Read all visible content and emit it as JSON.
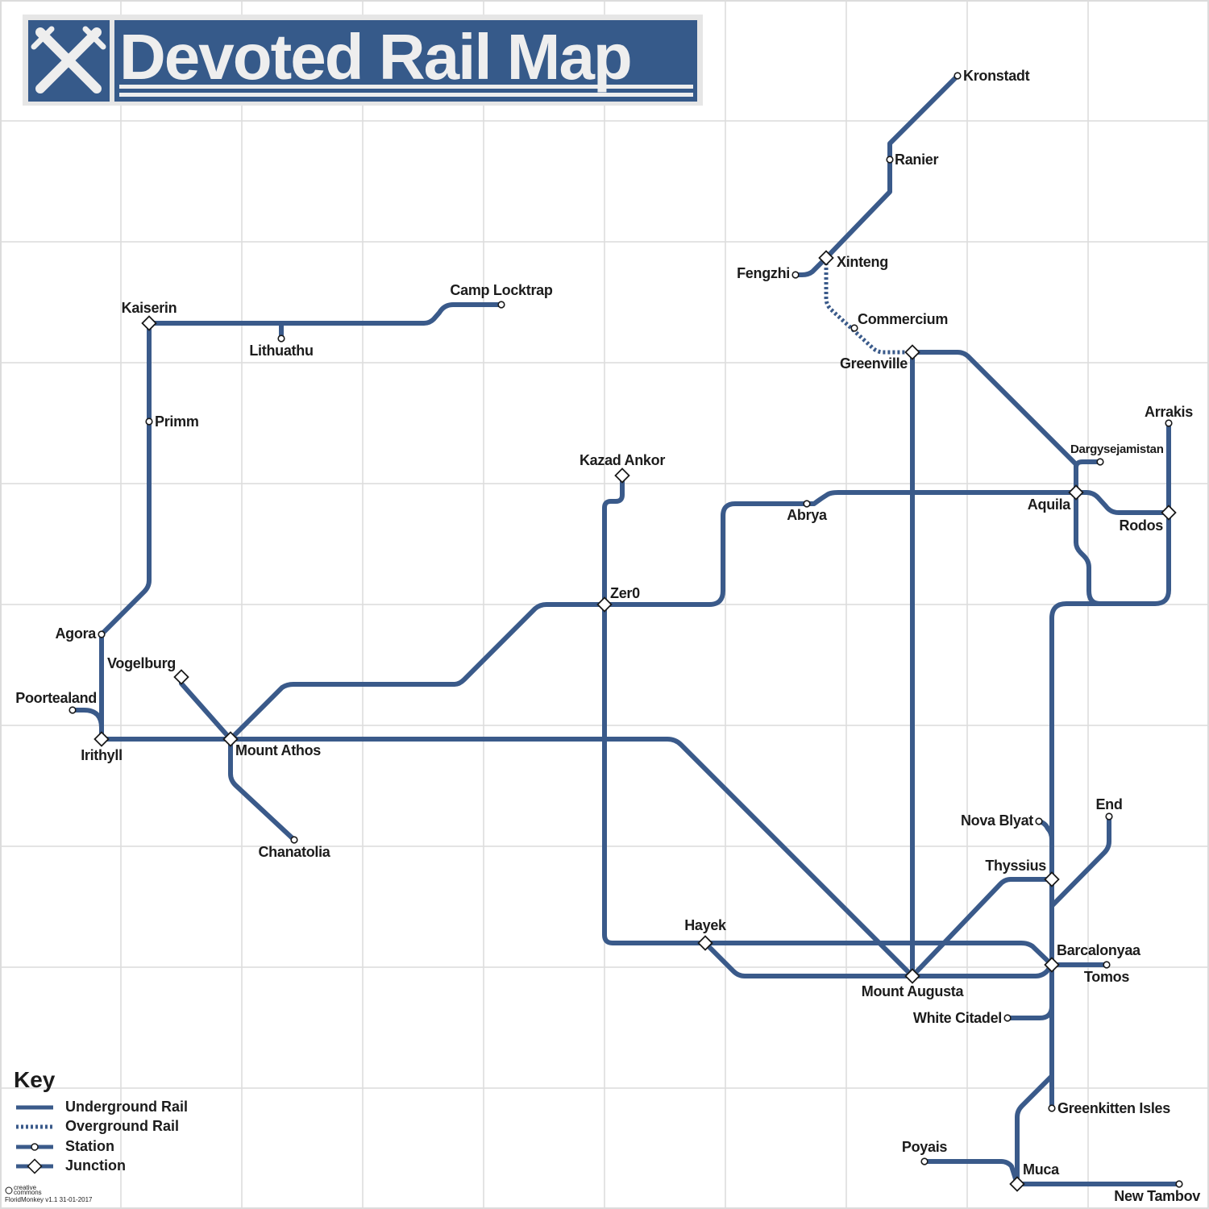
{
  "title": "Devoted Rail Map",
  "colors": {
    "track": "#3a5a8a",
    "title_bg": "#365a8a",
    "grid": "#dcdcdc"
  },
  "logo_icon": "crossed-swords-icon",
  "stations": [
    {
      "id": "kronstadt",
      "name": "Kronstadt",
      "kind": "station"
    },
    {
      "id": "ranier",
      "name": "Ranier",
      "kind": "station"
    },
    {
      "id": "xinteng",
      "name": "Xinteng",
      "kind": "junction"
    },
    {
      "id": "fengzhi",
      "name": "Fengzhi",
      "kind": "station"
    },
    {
      "id": "commercium",
      "name": "Commercium",
      "kind": "station"
    },
    {
      "id": "greenville",
      "name": "Greenville",
      "kind": "junction"
    },
    {
      "id": "camp-locktrap",
      "name": "Camp Locktrap",
      "kind": "station"
    },
    {
      "id": "kaiserin",
      "name": "Kaiserin",
      "kind": "junction"
    },
    {
      "id": "lithuathu",
      "name": "Lithuathu",
      "kind": "station"
    },
    {
      "id": "primm",
      "name": "Primm",
      "kind": "station"
    },
    {
      "id": "arrakis",
      "name": "Arrakis",
      "kind": "station"
    },
    {
      "id": "dargysejamistan",
      "name": "Dargysejamistan",
      "kind": "station"
    },
    {
      "id": "kazad-ankor",
      "name": "Kazad Ankor",
      "kind": "junction"
    },
    {
      "id": "abrya",
      "name": "Abrya",
      "kind": "station"
    },
    {
      "id": "aquila",
      "name": "Aquila",
      "kind": "junction"
    },
    {
      "id": "rodos",
      "name": "Rodos",
      "kind": "junction"
    },
    {
      "id": "zer0",
      "name": "Zer0",
      "kind": "junction"
    },
    {
      "id": "agora",
      "name": "Agora",
      "kind": "station"
    },
    {
      "id": "vogelburg",
      "name": "Vogelburg",
      "kind": "junction"
    },
    {
      "id": "poortealand",
      "name": "Poortealand",
      "kind": "station"
    },
    {
      "id": "irithyll",
      "name": "Irithyll",
      "kind": "junction"
    },
    {
      "id": "mount-athos",
      "name": "Mount Athos",
      "kind": "junction"
    },
    {
      "id": "chanatolia",
      "name": "Chanatolia",
      "kind": "station"
    },
    {
      "id": "end",
      "name": "End",
      "kind": "station"
    },
    {
      "id": "nova-blyat",
      "name": "Nova Blyat",
      "kind": "station"
    },
    {
      "id": "thyssius",
      "name": "Thyssius",
      "kind": "junction"
    },
    {
      "id": "hayek",
      "name": "Hayek",
      "kind": "junction"
    },
    {
      "id": "barcalonyaa",
      "name": "Barcalonyaa",
      "kind": "junction"
    },
    {
      "id": "tomos",
      "name": "Tomos",
      "kind": "station"
    },
    {
      "id": "mount-augusta",
      "name": "Mount Augusta",
      "kind": "junction"
    },
    {
      "id": "white-citadel",
      "name": "White Citadel",
      "kind": "station"
    },
    {
      "id": "greenkitten-isles",
      "name": "Greenkitten Isles",
      "kind": "station"
    },
    {
      "id": "poyais",
      "name": "Poyais",
      "kind": "station"
    },
    {
      "id": "muca",
      "name": "Muca",
      "kind": "junction"
    },
    {
      "id": "new-tambov",
      "name": "New Tambov",
      "kind": "station"
    }
  ],
  "key": {
    "title": "Key",
    "items": [
      {
        "type": "underground",
        "label": "Underground Rail"
      },
      {
        "type": "overground",
        "label": "Overground Rail"
      },
      {
        "type": "station",
        "label": "Station"
      },
      {
        "type": "junction",
        "label": "Junction"
      }
    ]
  },
  "credit": {
    "license_line1": "creative",
    "license_line2": "commons",
    "author": "FloridMonkey v1.1 31-01-2017"
  }
}
